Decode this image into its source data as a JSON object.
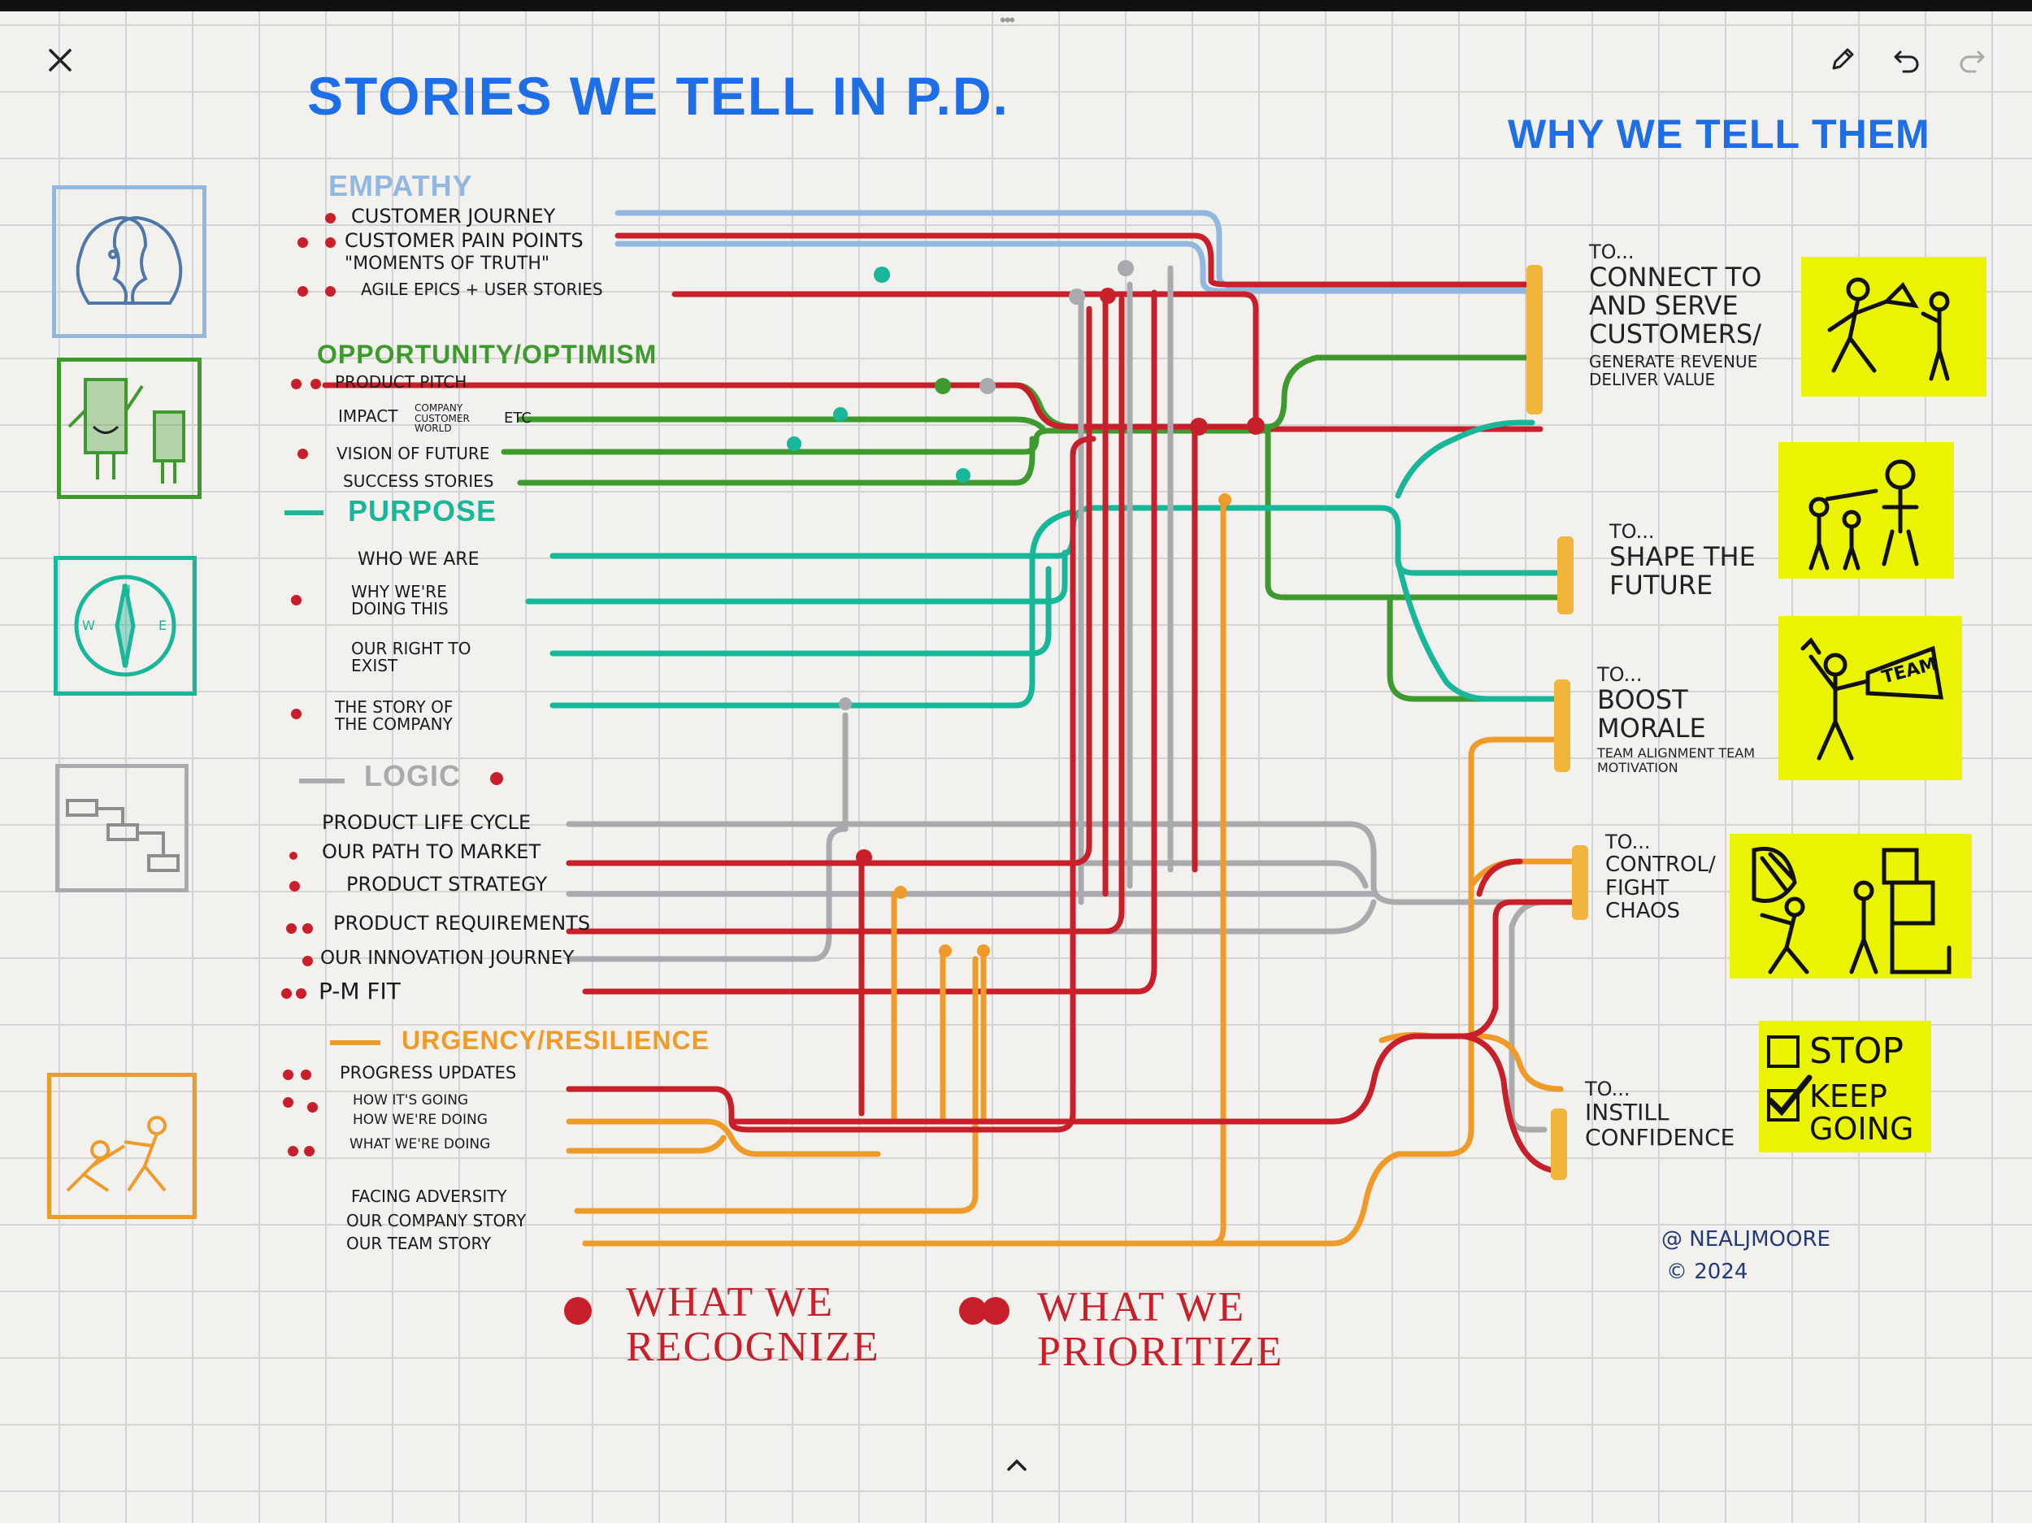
{
  "toolbar": {
    "close_icon": "close-icon",
    "pen_icon": "pen-icon",
    "undo_icon": "undo-icon",
    "redo_icon": "redo-icon",
    "expand_icon": "chevron-up-icon"
  },
  "title": "STORIES WE TELL IN P.D.",
  "right_title": "WHY WE TELL THEM",
  "colors": {
    "empathy": "#93b8e0",
    "opportunity": "#3e9a2e",
    "purpose": "#19b79a",
    "logic": "#a9aaad",
    "urgency": "#ef9b2a",
    "red": "#c8202b",
    "blue_title": "#1e6ee8",
    "highlight": "#eaf400",
    "connector_bar": "#f2b53c"
  },
  "categories": [
    {
      "name": "EMPATHY",
      "items": [
        "CUSTOMER JOURNEY",
        "CUSTOMER PAIN POINTS",
        "\"MOMENTS OF TRUTH\"",
        "AGILE EPICS + USER STORIES"
      ]
    },
    {
      "name": "OPPORTUNITY/OPTIMISM",
      "items": [
        "PRODUCT PITCH",
        "IMPACT",
        "COMPANY CUSTOMER WORLD",
        "ETC",
        "VISION OF FUTURE",
        "SUCCESS STORIES"
      ]
    },
    {
      "name": "PURPOSE",
      "items": [
        "WHO WE ARE",
        "WHY WE'RE DOING THIS",
        "OUR RIGHT TO EXIST",
        "THE STORY OF THE COMPANY"
      ]
    },
    {
      "name": "LOGIC",
      "items": [
        "PRODUCT LIFE CYCLE",
        "OUR PATH TO MARKET",
        "PRODUCT STRATEGY",
        "PRODUCT REQUIREMENTS",
        "OUR INNOVATION JOURNEY",
        "P-M FIT"
      ]
    },
    {
      "name": "URGENCY/RESILIENCE",
      "items": [
        "PROGRESS UPDATES",
        "HOW IT'S GOING",
        "HOW WE'RE DOING",
        "WHAT WE'RE DOING",
        "FACING ADVERSITY",
        "OUR COMPANY STORY",
        "OUR TEAM STORY"
      ]
    }
  ],
  "targets": [
    {
      "to": "TO...",
      "main": "CONNECT TO AND SERVE CUSTOMERS/",
      "sub": "GENERATE REVENUE DELIVER VALUE"
    },
    {
      "to": "TO...",
      "main": "SHAPE the FUTURE",
      "sub": ""
    },
    {
      "to": "TO...",
      "main": "BOOST MORALE",
      "sub": "TEAM ALIGNMENT TEAM MOTIVATION"
    },
    {
      "to": "TO...",
      "main": "CONTROL/ FIGHT CHAOS",
      "sub": ""
    },
    {
      "to": "TO...",
      "main": "INSTILL CONFIDENCE",
      "sub": ""
    }
  ],
  "checklist": {
    "stop": "STOP",
    "keep_going": "KEEP GOING"
  },
  "legend": {
    "recognize": "WHAT WE RECOGNIZE",
    "prioritize": "WHAT WE PRIORITIZE"
  },
  "credit": {
    "handle": "@ NEALJMOORE",
    "copyright": "© 2024"
  }
}
